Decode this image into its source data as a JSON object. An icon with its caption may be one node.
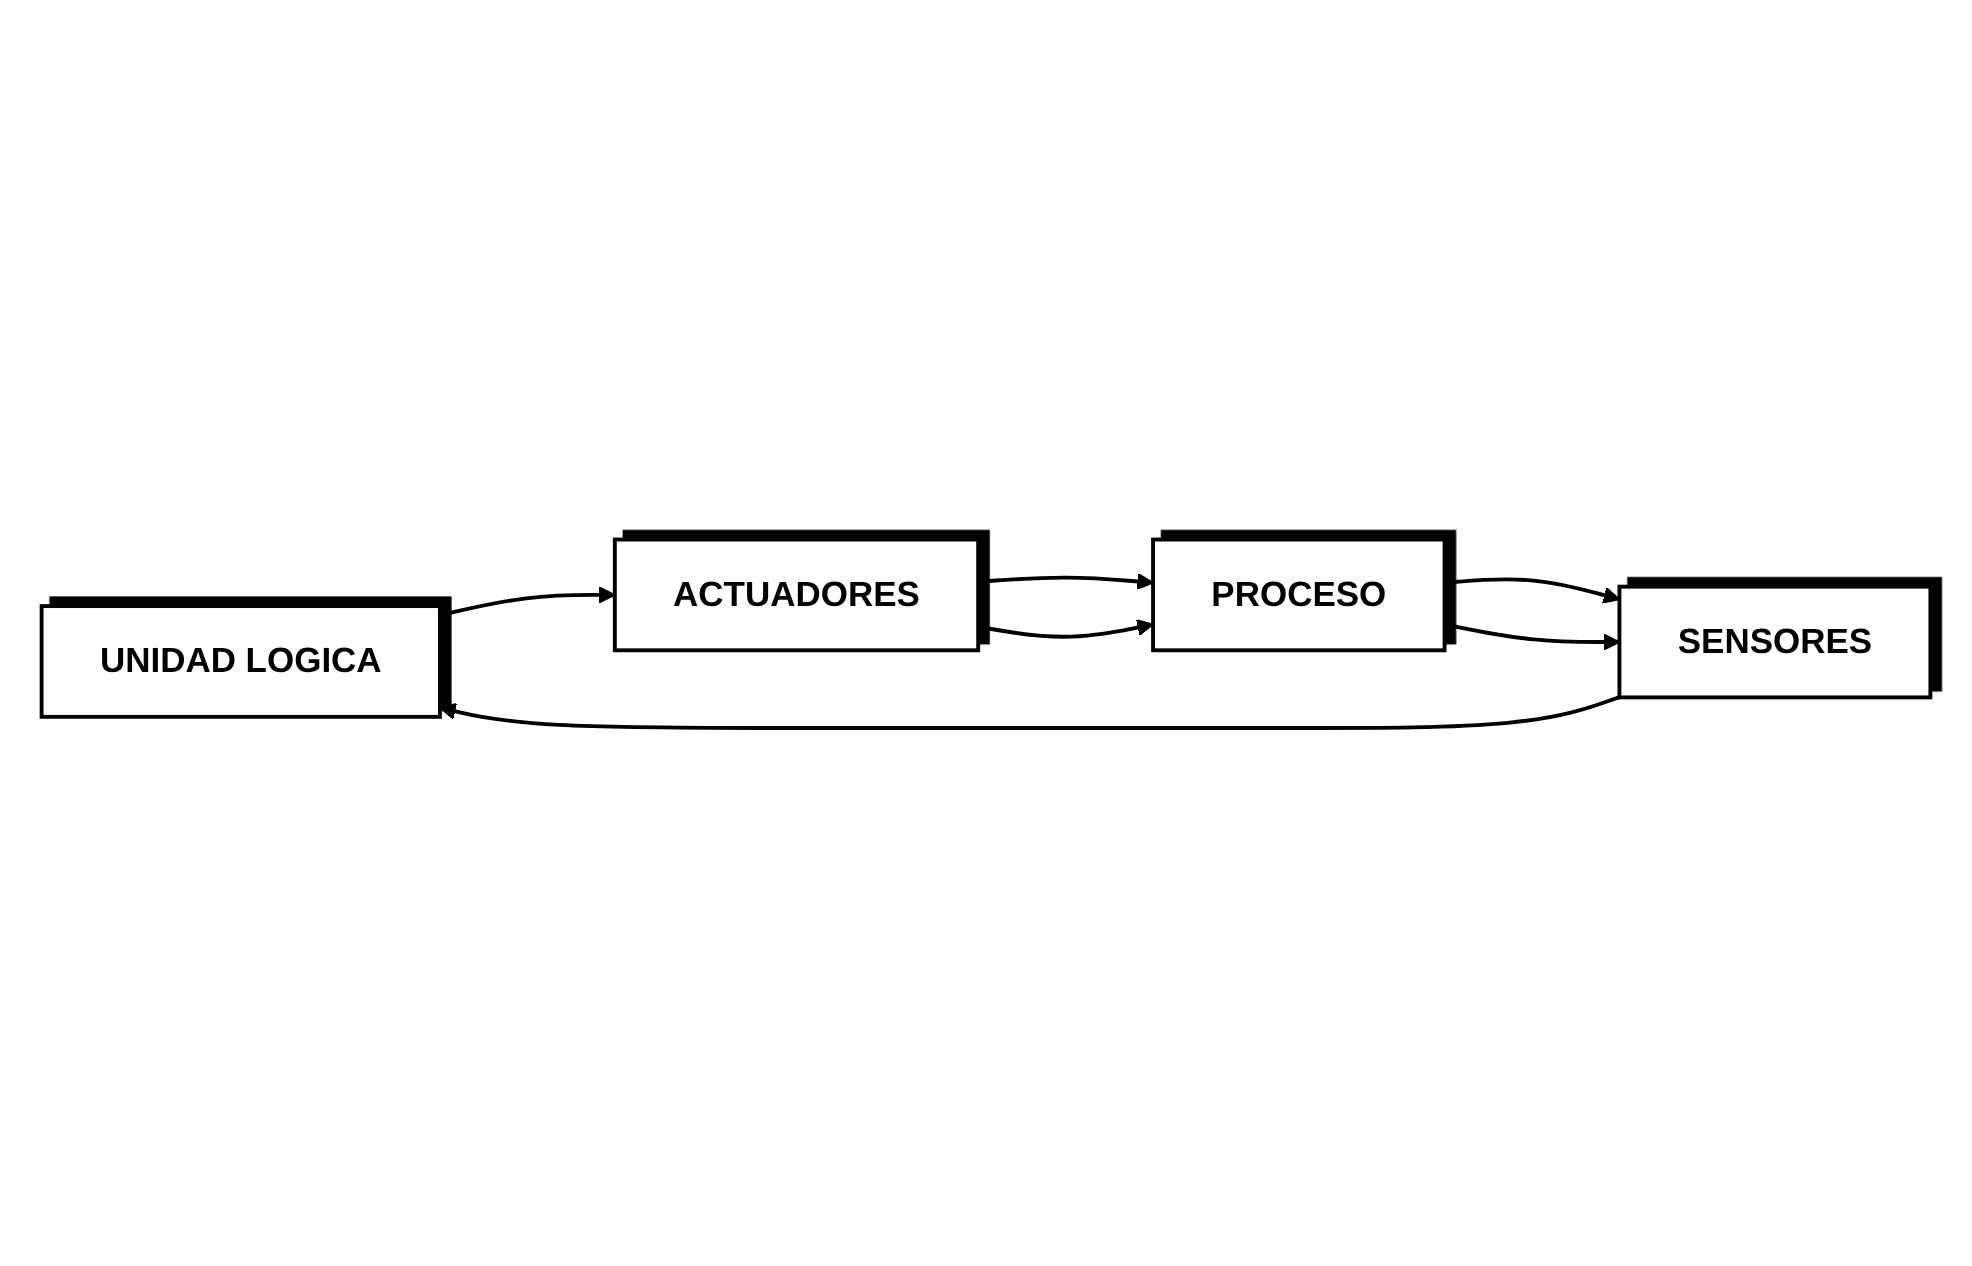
{
  "diagram": {
    "nodes": [
      {
        "text": [
          "UNIDAD LOGICA"
        ]
      },
      {
        "text": [
          "SENSORES"
        ]
      },
      {
        "text": [
          "ACTUADORES"
        ]
      },
      {
        "text": [
          "PROCESO"
        ]
      }
    ],
    "edges": [
      {
        "from": 1,
        "to": 0,
        "arrow": "to"
      },
      {
        "from": 0,
        "to": 2,
        "arrow": "to"
      },
      {
        "from": 2,
        "to": 3,
        "arrow": "to"
      },
      {
        "from": 2,
        "to": 3,
        "arrow": "to"
      },
      {
        "from": 3,
        "to": 1,
        "arrow": "to"
      },
      {
        "from": 3,
        "to": 1,
        "arrow": "to"
      }
    ]
  }
}
